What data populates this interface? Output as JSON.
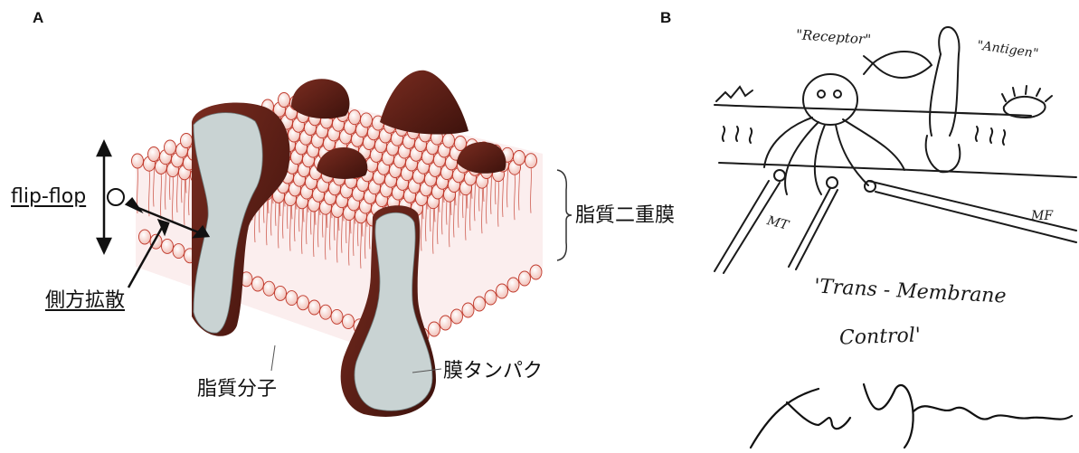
{
  "panel_a": {
    "letter": "A",
    "labels": {
      "flip_flop": "flip-flop",
      "lateral_diffusion": "側方拡散",
      "lipid_bilayer": "脂質二重膜",
      "lipid_molecule": "脂質分子",
      "membrane_protein": "膜タンパク"
    }
  },
  "panel_b": {
    "letter": "B",
    "handwriting": {
      "receptor": "\"Receptor\"",
      "antigen": "\"Antigen\"",
      "mt": "MT",
      "mf": "MF",
      "title_line1": "'Trans - Membrane",
      "title_line2": "Control'"
    }
  },
  "colors": {
    "protein_dark": "#5a1e14",
    "protein_face": "#c9d3d3",
    "lipid_head": "#f3c9c2",
    "lipid_outline": "#c0392b",
    "tail": "#d77a70",
    "ink": "#1a1a1a"
  }
}
